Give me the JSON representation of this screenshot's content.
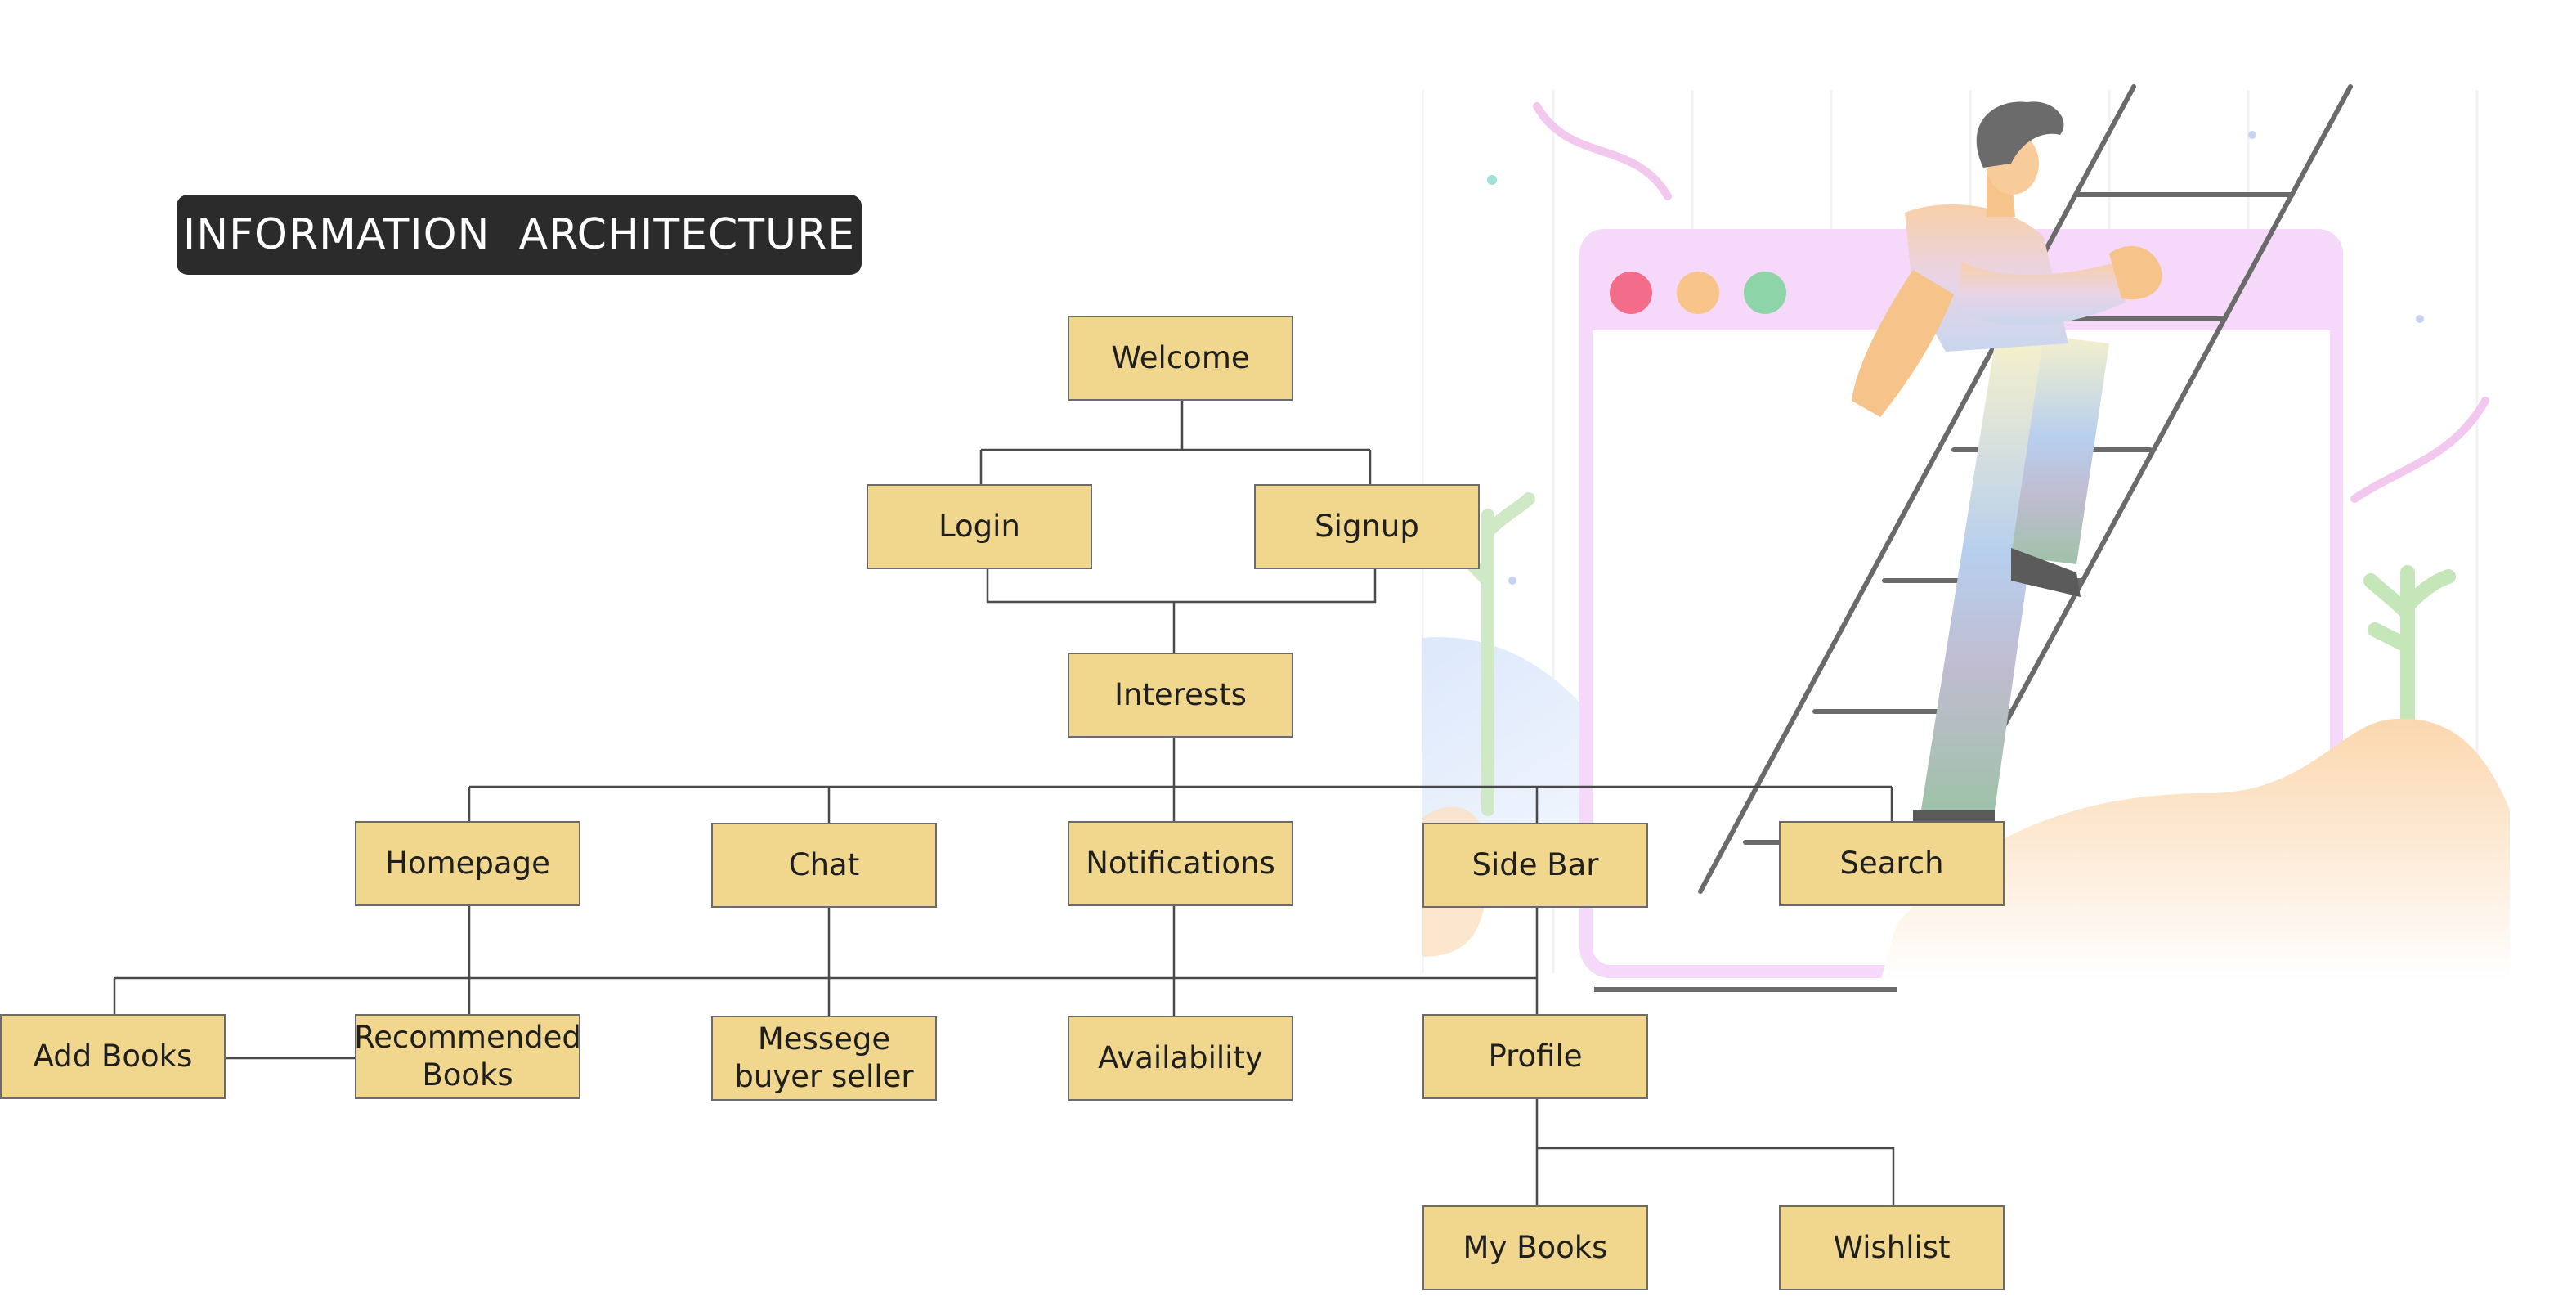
{
  "title": "INFORMATION  ARCHITECTURE",
  "nodes": {
    "welcome": "Welcome",
    "login": "Login",
    "signup": "Signup",
    "interests": "Interests",
    "homepage": "Homepage",
    "chat": "Chat",
    "notifications": "Notifications",
    "sidebar": "Side Bar",
    "search": "Search",
    "add_books": "Add Books",
    "recommended_books": "Recommended\nBooks",
    "message_buyer_seller": "Messege\nbuyer seller",
    "availability": "Availability",
    "profile": "Profile",
    "my_books": "My Books",
    "wishlist": "Wishlist"
  },
  "illustration": {
    "icon": "person-climbing-ladder-illustration",
    "window_dot_colors": [
      "#f36d8a",
      "#f8c48a",
      "#8dd4a8"
    ],
    "window_frame_color": "#f6d9fa",
    "hill_color": "#fbd9b0"
  },
  "colors": {
    "node_fill": "#f0d78d",
    "node_border": "#6b6b6b",
    "connector": "#4a4a4a",
    "title_bg": "#2b2b2b"
  }
}
